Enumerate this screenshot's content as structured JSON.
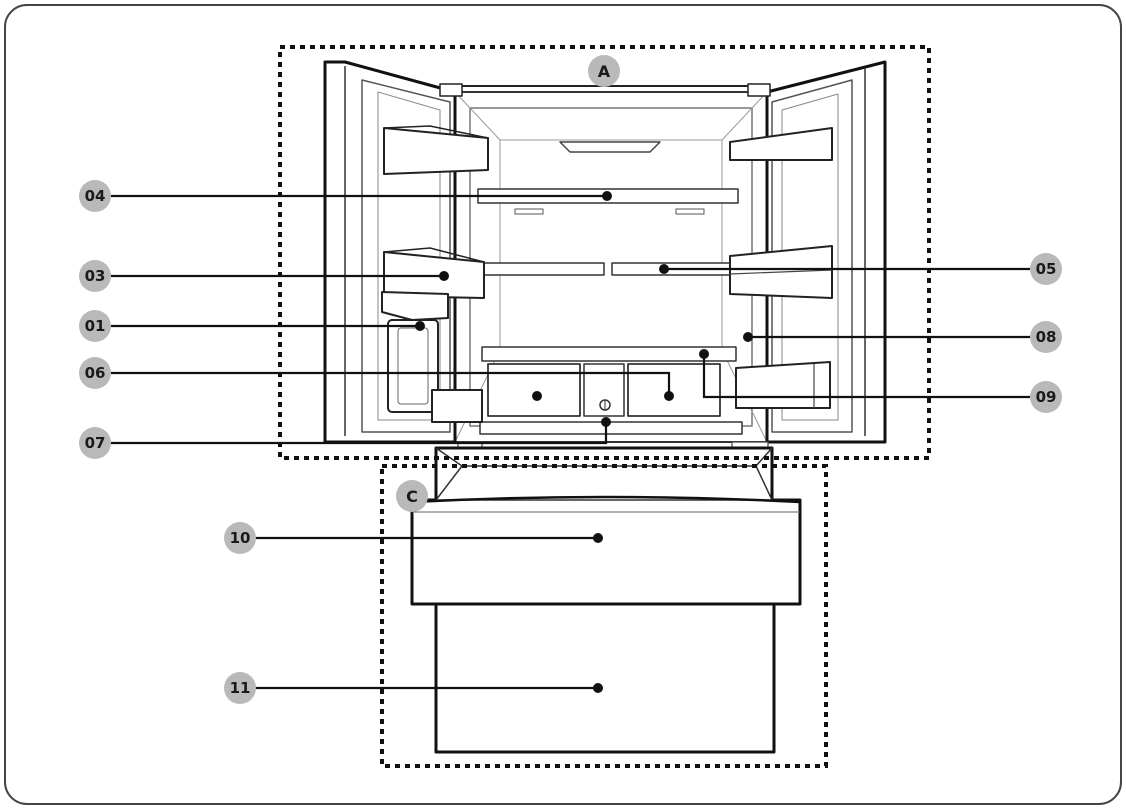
{
  "zones": [
    {
      "id": "zone-a",
      "label": "A"
    },
    {
      "id": "zone-c",
      "label": "C"
    }
  ],
  "callouts": [
    {
      "id": "callout-04",
      "label": "04"
    },
    {
      "id": "callout-03",
      "label": "03"
    },
    {
      "id": "callout-01",
      "label": "01"
    },
    {
      "id": "callout-06",
      "label": "06"
    },
    {
      "id": "callout-07",
      "label": "07"
    },
    {
      "id": "callout-05",
      "label": "05"
    },
    {
      "id": "callout-08",
      "label": "08"
    },
    {
      "id": "callout-09",
      "label": "09"
    },
    {
      "id": "callout-10",
      "label": "10"
    },
    {
      "id": "callout-11",
      "label": "11"
    }
  ],
  "colors": {
    "badge_fill": "#b9b9b9",
    "badge_text": "#1a1a1a",
    "line": "#111111",
    "frame": "#444444",
    "background": "#ffffff"
  }
}
